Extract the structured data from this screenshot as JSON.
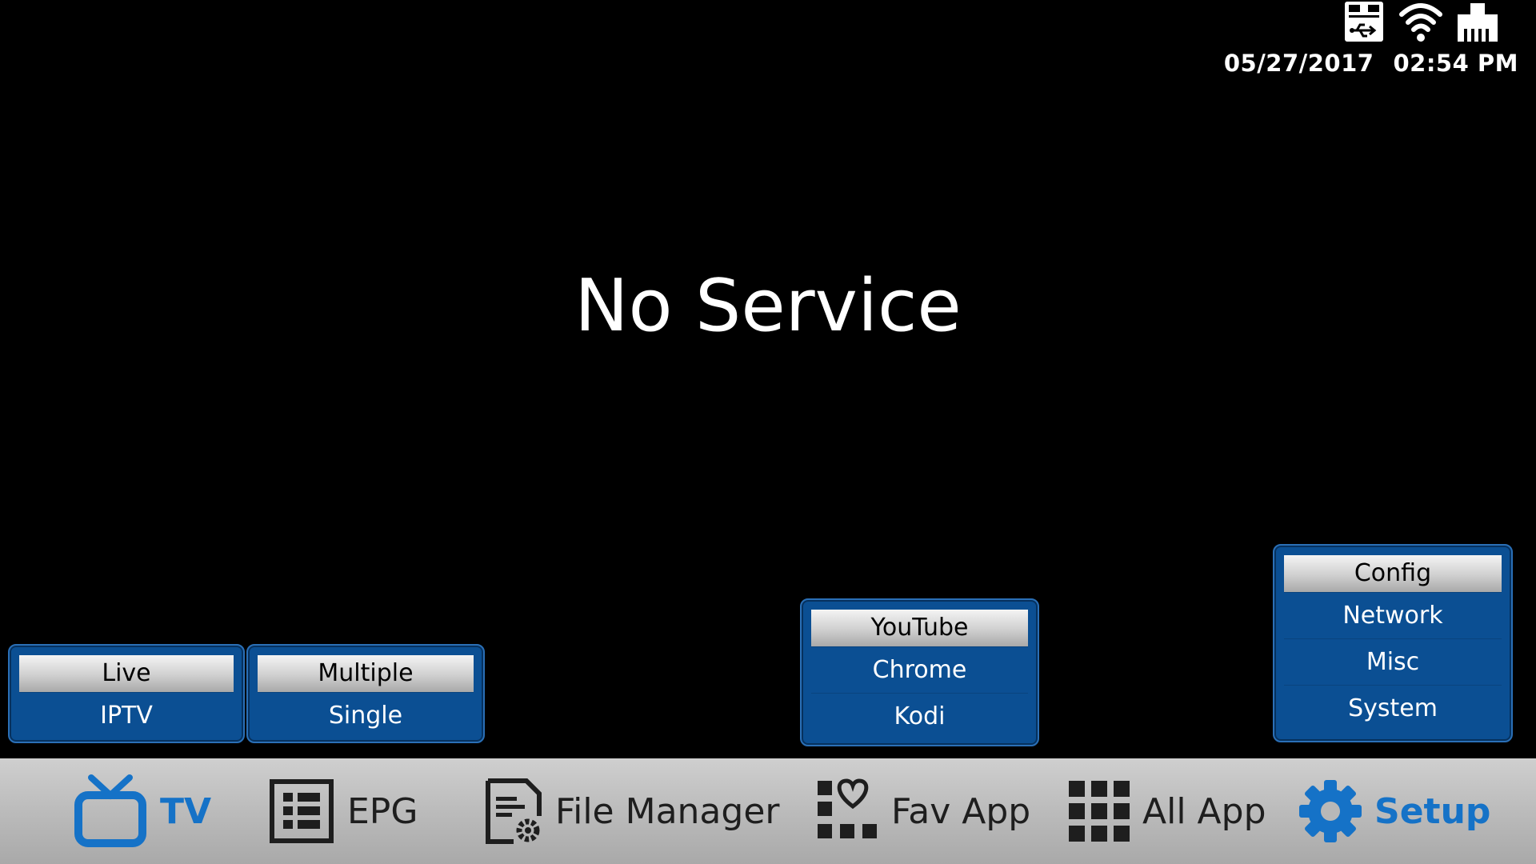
{
  "status": {
    "date": "05/27/2017",
    "time": "02:54 PM",
    "icons": [
      "usb-storage-icon",
      "wifi-icon",
      "ethernet-icon"
    ]
  },
  "message": "No Service",
  "menus": {
    "tv": {
      "items": [
        "Live",
        "IPTV"
      ],
      "selected": "Live"
    },
    "epg": {
      "items": [
        "Multiple",
        "Single"
      ],
      "selected": "Multiple"
    },
    "fav_app": {
      "items": [
        "YouTube",
        "Chrome",
        "Kodi"
      ],
      "selected": "YouTube"
    },
    "setup": {
      "items": [
        "Config",
        "Network",
        "Misc",
        "System"
      ],
      "selected": "Config"
    }
  },
  "nav": {
    "tv": "TV",
    "epg": "EPG",
    "file_manager": "File Manager",
    "fav_app": "Fav App",
    "all_app": "All App",
    "setup": "Setup",
    "active": "setup"
  },
  "colors": {
    "menu_bg": "#0b4f93",
    "accent": "#1572c7",
    "bar": "#bdbdbd"
  }
}
